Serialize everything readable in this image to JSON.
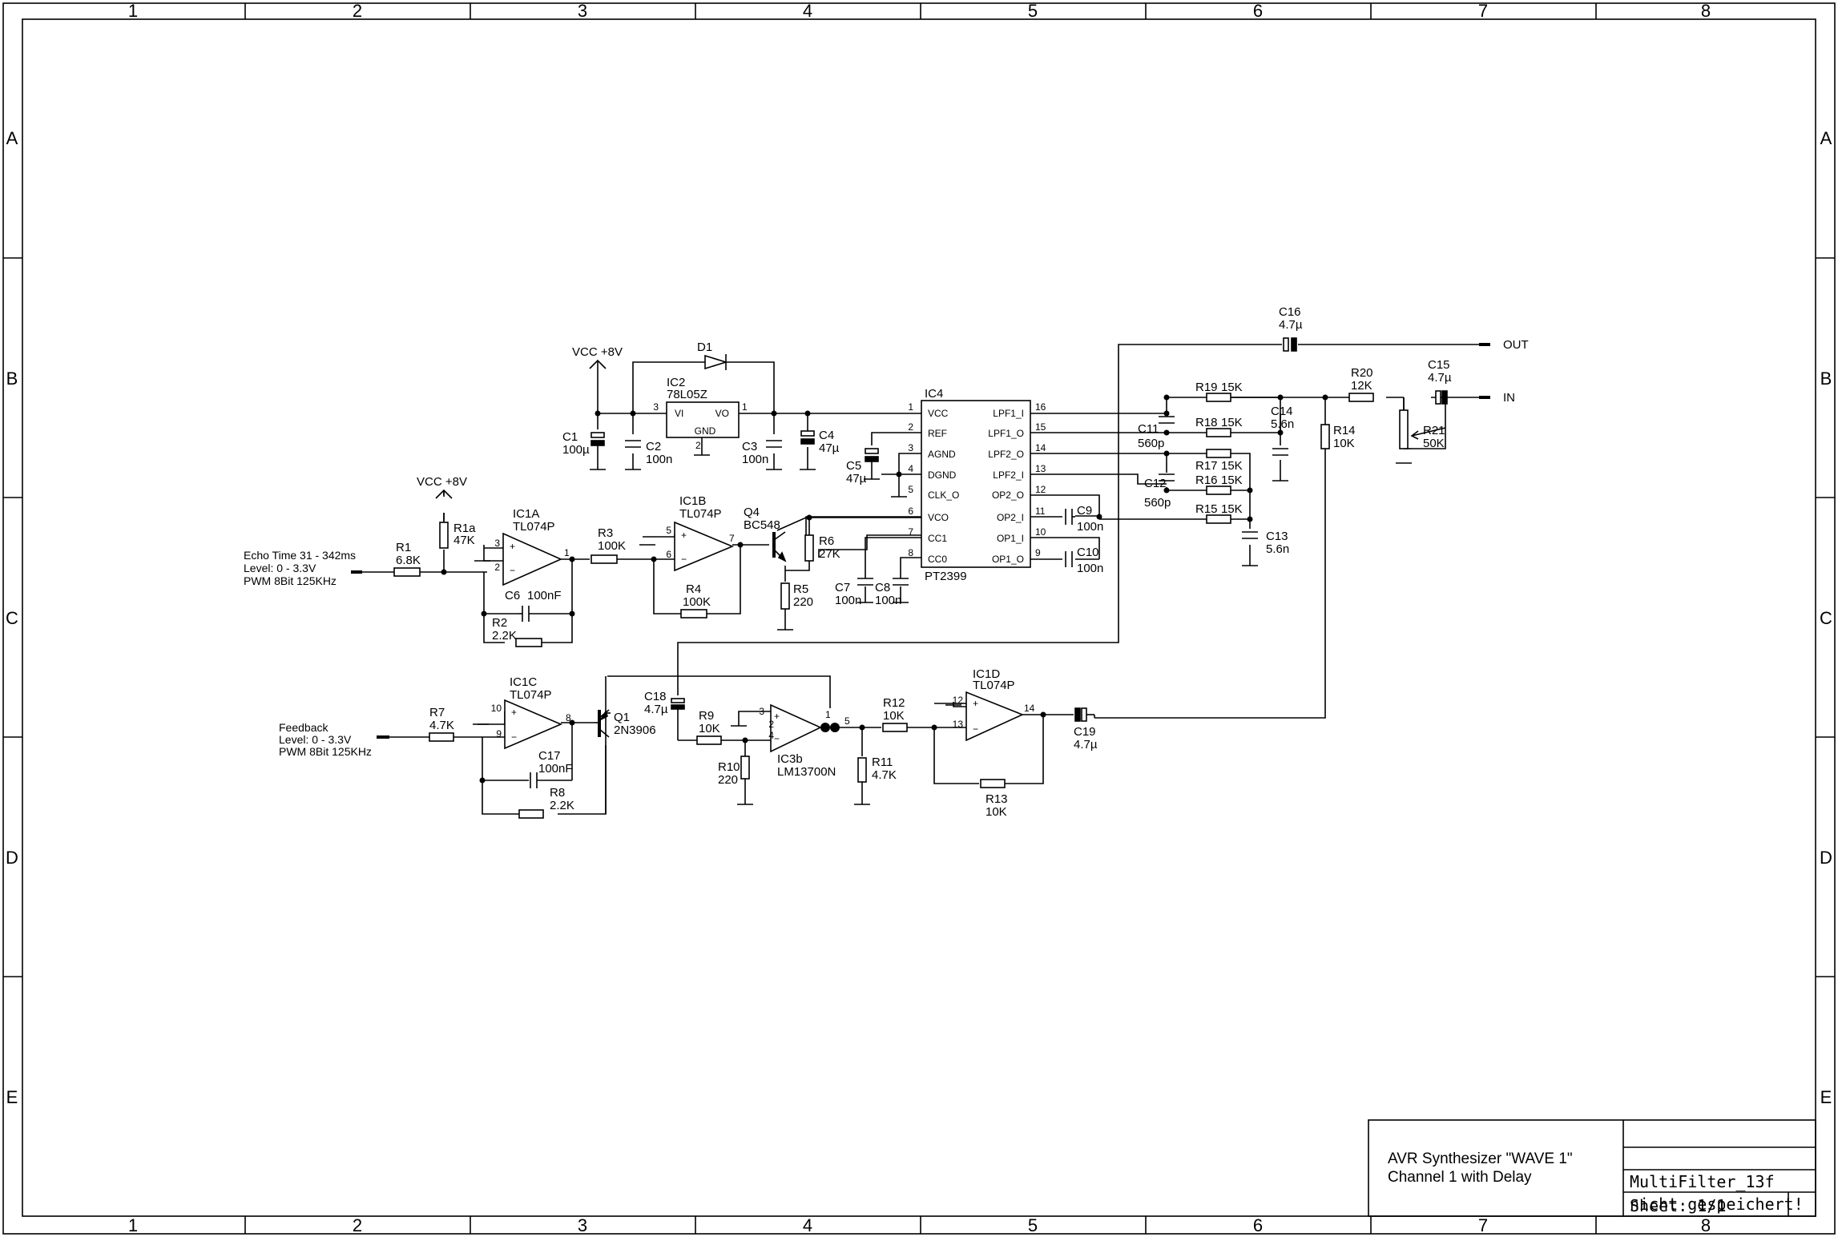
{
  "frame": {
    "columns": [
      "1",
      "2",
      "3",
      "4",
      "5",
      "6",
      "7",
      "8"
    ],
    "rows": [
      "A",
      "B",
      "C",
      "D",
      "E"
    ]
  },
  "title_block": {
    "title": "AVR Synthesizer \"WAVE 1\"",
    "subtitle": "Channel 1 with Delay",
    "filename": "MultiFilter_13f",
    "status": "nicht gespeichert!",
    "sheet": "Sheet: 1/1"
  },
  "inputs": {
    "echo_time": [
      "Echo Time 31 - 342ms",
      "Level: 0 - 3.3V",
      "PWM 8Bit 125KHz"
    ],
    "feedback": [
      "Feedback",
      "Level: 0 - 3.3V",
      "PWM 8Bit 125KHz"
    ]
  },
  "ports": {
    "out": "OUT",
    "in": "IN"
  },
  "power": {
    "vcc8_a": "VCC +8V",
    "vcc8_b": "VCC +8V"
  },
  "ic4": {
    "ref": "IC4",
    "value": "PT2399",
    "left_pins": [
      {
        "num": "1",
        "name": "VCC"
      },
      {
        "num": "2",
        "name": "REF"
      },
      {
        "num": "3",
        "name": "AGND"
      },
      {
        "num": "4",
        "name": "DGND"
      },
      {
        "num": "5",
        "name": "CLK_O"
      },
      {
        "num": "6",
        "name": "VCO"
      },
      {
        "num": "7",
        "name": "CC1"
      },
      {
        "num": "8",
        "name": "CC0"
      }
    ],
    "right_pins": [
      {
        "num": "16",
        "name": "LPF1_I"
      },
      {
        "num": "15",
        "name": "LPF1_O"
      },
      {
        "num": "14",
        "name": "LPF2_O"
      },
      {
        "num": "13",
        "name": "LPF2_I"
      },
      {
        "num": "12",
        "name": "OP2_O"
      },
      {
        "num": "11",
        "name": "OP2_I"
      },
      {
        "num": "10",
        "name": "OP1_I"
      },
      {
        "num": "9",
        "name": "OP1_O"
      }
    ]
  },
  "ic2": {
    "ref": "IC2",
    "value": "78L05Z",
    "vi": "VI",
    "vo": "VO",
    "gnd": "GND",
    "pin_in": "3",
    "pin_out": "1",
    "pin_gnd": "2"
  },
  "d1": {
    "ref": "D1"
  },
  "opamps": {
    "ic1a": {
      "ref": "IC1A",
      "value": "TL074P",
      "p_plus": "3",
      "p_minus": "2",
      "p_out": "1"
    },
    "ic1b": {
      "ref": "IC1B",
      "value": "TL074P",
      "p_plus": "5",
      "p_minus": "6",
      "p_out": "7"
    },
    "ic1c": {
      "ref": "IC1C",
      "value": "TL074P",
      "p_plus": "10",
      "p_minus": "9",
      "p_out": "8"
    },
    "ic1d": {
      "ref": "IC1D",
      "value": "TL074P",
      "p_plus": "12",
      "p_minus": "13",
      "p_out": "14"
    },
    "ic3b": {
      "ref": "IC3b",
      "value": "LM13700N",
      "p_plus": "3",
      "p_minus": "4",
      "p_abc": "2",
      "p_out": "5",
      "p_buf": "1"
    }
  },
  "transistors": {
    "q4": {
      "ref": "Q4",
      "value": "BC548"
    },
    "q1": {
      "ref": "Q1",
      "value": "2N3906"
    }
  },
  "resistors": {
    "r1": {
      "ref": "R1",
      "value": "6.8K"
    },
    "r1a": {
      "ref": "R1a",
      "value": "47K"
    },
    "r2": {
      "ref": "R2",
      "value": "2.2K"
    },
    "r3": {
      "ref": "R3",
      "value": "100K"
    },
    "r4": {
      "ref": "R4",
      "value": "100K"
    },
    "r5": {
      "ref": "R5",
      "value": "220"
    },
    "r6": {
      "ref": "R6",
      "value": "27K"
    },
    "r7": {
      "ref": "R7",
      "value": "4.7K"
    },
    "r8": {
      "ref": "R8",
      "value": "2.2K"
    },
    "r9": {
      "ref": "R9",
      "value": "10K"
    },
    "r10": {
      "ref": "R10",
      "value": "220"
    },
    "r11": {
      "ref": "R11",
      "value": "4.7K"
    },
    "r12": {
      "ref": "R12",
      "value": "10K"
    },
    "r13": {
      "ref": "R13",
      "value": "10K"
    },
    "r14": {
      "ref": "R14",
      "value": "10K"
    },
    "r15": {
      "ref": "R15",
      "value": "15K"
    },
    "r16": {
      "ref": "R16",
      "value": "15K"
    },
    "r17": {
      "ref": "R17",
      "value": "15K"
    },
    "r18": {
      "ref": "R18",
      "value": "15K"
    },
    "r19": {
      "ref": "R19",
      "value": "15K"
    },
    "r20": {
      "ref": "R20",
      "value": "12K"
    },
    "r21": {
      "ref": "R21",
      "value": "50K"
    }
  },
  "capacitors": {
    "c1": {
      "ref": "C1",
      "value": "100µ"
    },
    "c2": {
      "ref": "C2",
      "value": "100n"
    },
    "c3": {
      "ref": "C3",
      "value": "100n"
    },
    "c4": {
      "ref": "C4",
      "value": "47µ"
    },
    "c5": {
      "ref": "C5",
      "value": "47µ"
    },
    "c6": {
      "ref": "C6",
      "value": "100nF"
    },
    "c7": {
      "ref": "C7",
      "value": "100n"
    },
    "c8": {
      "ref": "C8",
      "value": "100n"
    },
    "c9": {
      "ref": "C9",
      "value": "100n"
    },
    "c10": {
      "ref": "C10",
      "value": "100n"
    },
    "c11": {
      "ref": "C11",
      "value": "560p"
    },
    "c12": {
      "ref": "C12",
      "value": "560p"
    },
    "c13": {
      "ref": "C13",
      "value": "5.6n"
    },
    "c14": {
      "ref": "C14",
      "value": "5.6n"
    },
    "c15": {
      "ref": "C15",
      "value": "4.7µ"
    },
    "c16": {
      "ref": "C16",
      "value": "4.7µ"
    },
    "c17": {
      "ref": "C17",
      "value": "100nF"
    },
    "c18": {
      "ref": "C18",
      "value": "4.7µ"
    },
    "c19": {
      "ref": "C19",
      "value": "4.7µ"
    }
  }
}
